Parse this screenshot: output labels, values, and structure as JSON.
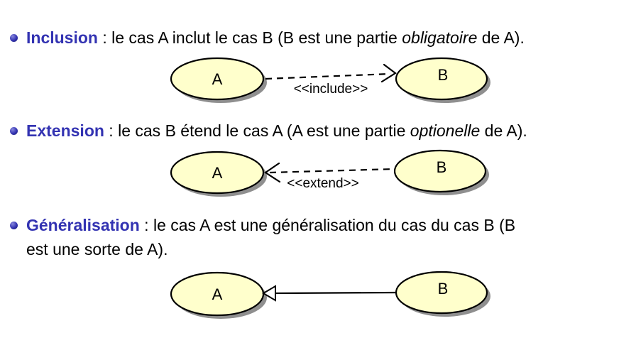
{
  "colors": {
    "structure_blue": "#3333b2",
    "text": "#000000",
    "ellipse_fill": "#ffffcc",
    "ellipse_stroke": "#000000",
    "shadow_gray": "#8f8f8f",
    "background": "#ffffff"
  },
  "bullets": [
    {
      "term": "Inclusion",
      "sep": " : ",
      "pre": "le cas A inclut le cas B (B est une partie ",
      "em": "obligatoire",
      "post": " de A).",
      "line2": ""
    },
    {
      "term": "Extension",
      "sep": " : ",
      "pre": "le cas B étend le cas A (A est une partie ",
      "em": "optionelle",
      "post": " de A).",
      "line2": ""
    },
    {
      "term": "Généralisation",
      "sep": " : ",
      "pre": "le cas A est une généralisation du cas du cas B (B",
      "em": "",
      "post": "",
      "line2": "est une sorte de A)."
    }
  ],
  "diagrams": [
    {
      "left_label": "A",
      "right_label": "B",
      "stereotype": "<<include>>",
      "arrow_type": "dashed, open arrowhead pointing right to B"
    },
    {
      "left_label": "A",
      "right_label": "B",
      "stereotype": "<<extend>>",
      "arrow_type": "dashed, open arrowhead pointing left to A"
    },
    {
      "left_label": "A",
      "right_label": "B",
      "stereotype": "",
      "arrow_type": "solid, hollow triangle pointing left to A"
    }
  ]
}
